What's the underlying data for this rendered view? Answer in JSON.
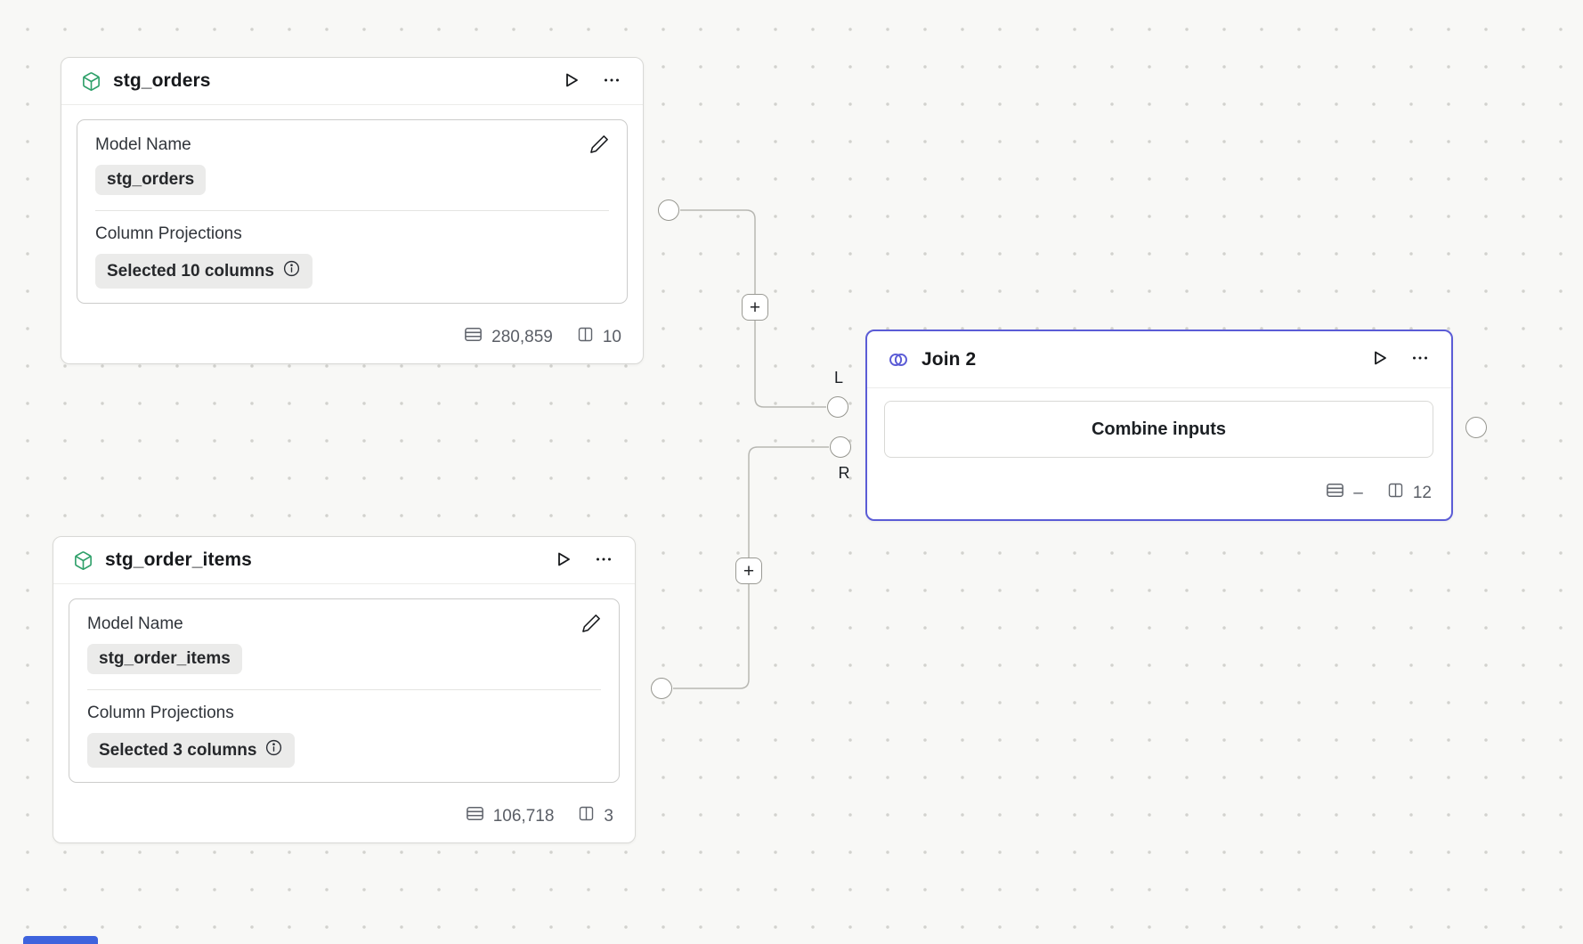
{
  "canvas": {
    "background": "#f8f8f6",
    "dot_color": "#d2d2ce"
  },
  "palette": {
    "join_accent": "#5b5cd6",
    "model_icon_green": "#2fa06a",
    "edge_gray": "#b7b7b2"
  },
  "icons": [
    "package-icon",
    "join-circles-icon",
    "play-icon",
    "ellipsis-icon",
    "pencil-icon",
    "info-icon",
    "table-rows-icon",
    "table-columns-icon"
  ],
  "nodes": {
    "stg_orders": {
      "title": "stg_orders",
      "fields": {
        "model_name": {
          "label": "Model Name",
          "value": "stg_orders"
        },
        "column_projections": {
          "label": "Column Projections",
          "value": "Selected 10 columns"
        }
      },
      "stats": {
        "rows": "280,859",
        "columns": "10"
      }
    },
    "stg_order_items": {
      "title": "stg_order_items",
      "fields": {
        "model_name": {
          "label": "Model Name",
          "value": "stg_order_items"
        },
        "column_projections": {
          "label": "Column Projections",
          "value": "Selected 3 columns"
        }
      },
      "stats": {
        "rows": "106,718",
        "columns": "3"
      }
    },
    "join_2": {
      "title": "Join 2",
      "action": "Combine inputs",
      "stats": {
        "rows": "–",
        "columns": "12"
      }
    }
  },
  "edges": {
    "left_handle_label": "L",
    "right_handle_label": "R",
    "insert_node_label": "+"
  }
}
